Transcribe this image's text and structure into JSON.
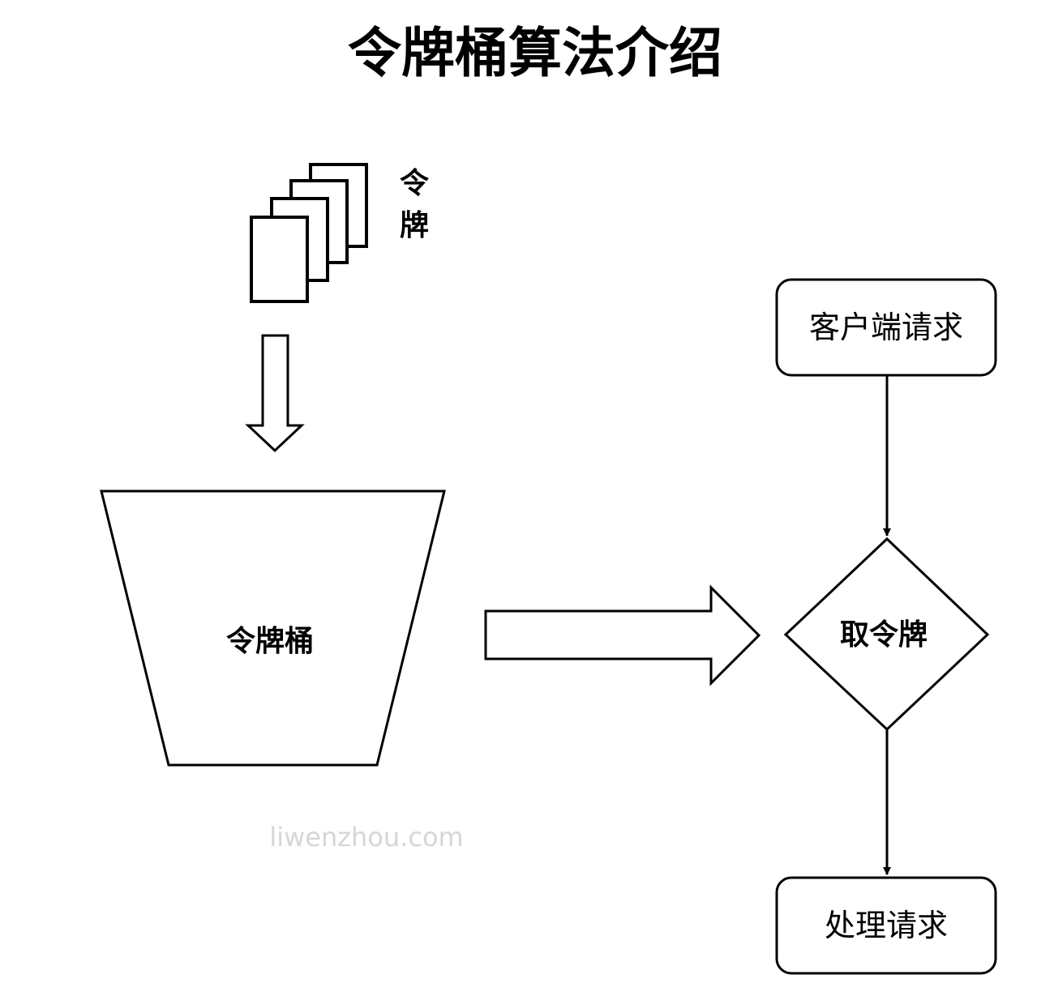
{
  "title": "令牌桶算法介绍",
  "tokens": {
    "label_chars": [
      "令",
      "牌"
    ]
  },
  "bucket": {
    "label": "令牌桶"
  },
  "flow": {
    "client_request": "客户端请求",
    "take_token": "取令牌",
    "process_request": "处理请求"
  },
  "watermark": "liwenzhou.com",
  "colors": {
    "stroke": "#000000",
    "background": "#ffffff",
    "watermark": "#d6d6d6"
  }
}
